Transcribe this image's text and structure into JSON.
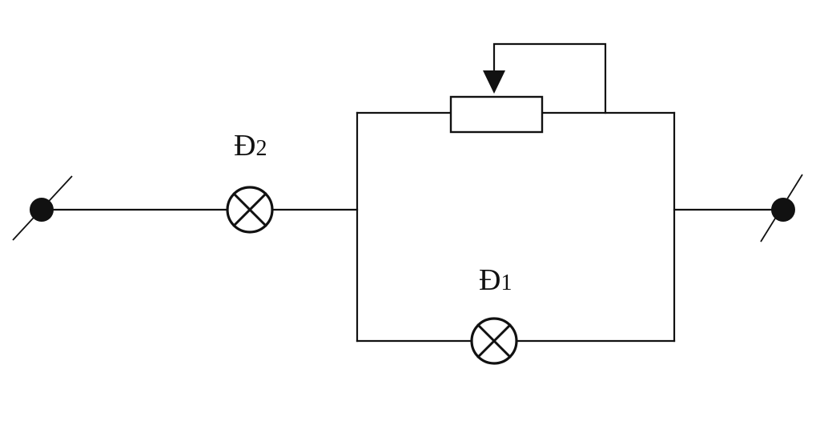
{
  "labels": {
    "lamp2": {
      "main": "Đ",
      "sub": "2"
    },
    "lamp1": {
      "main": "Đ",
      "sub": "1"
    }
  },
  "colors": {
    "ink": "#111111",
    "background": "#ffffff"
  }
}
